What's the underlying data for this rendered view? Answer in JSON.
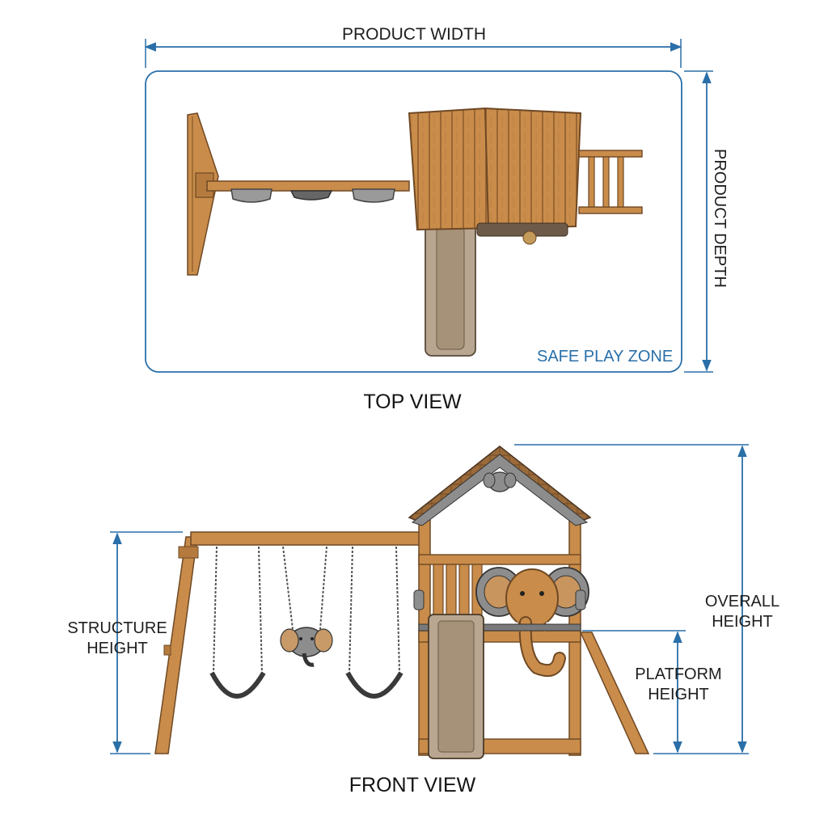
{
  "top_view": {
    "title": "TOP VIEW",
    "width_label": "PRODUCT WIDTH",
    "depth_label": "PRODUCT DEPTH",
    "zone_label": "SAFE PLAY ZONE"
  },
  "front_view": {
    "title": "FRONT VIEW",
    "structure_height": [
      "STRUCTURE",
      "HEIGHT"
    ],
    "overall_height": [
      "OVERALL",
      "HEIGHT"
    ],
    "platform_height": [
      "PLATFORM",
      "HEIGHT"
    ]
  },
  "colors": {
    "dimension_line": "#2a6fa8",
    "wood": "#c98c4a",
    "wood_dark": "#8a5a2b",
    "metal_gray": "#8d8d8d",
    "slide_tan": "#b9a690"
  }
}
